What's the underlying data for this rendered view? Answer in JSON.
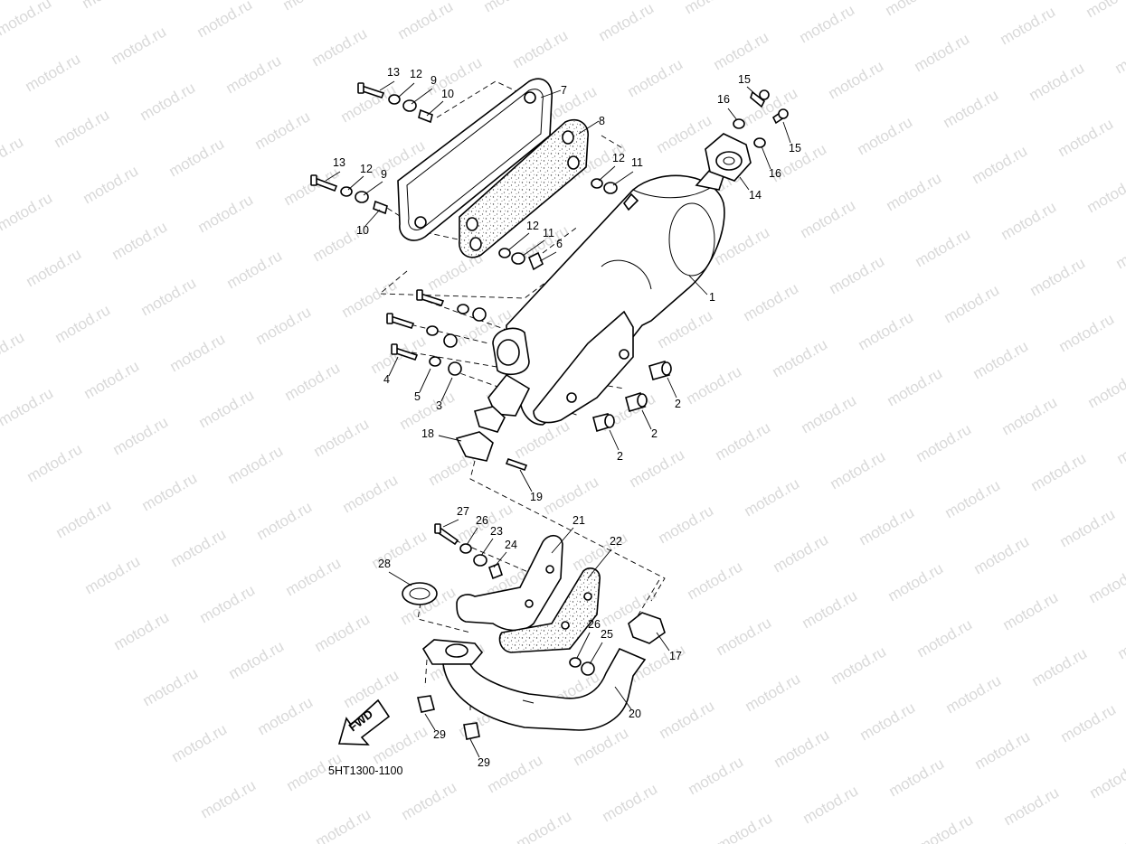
{
  "watermark": "motod.ru",
  "diagram_code": "5HT1300-1100",
  "fwd_label": "FWD",
  "callouts": [
    {
      "id": "c13a",
      "text": "13"
    },
    {
      "id": "c12a",
      "text": "12"
    },
    {
      "id": "c9a",
      "text": "9"
    },
    {
      "id": "c10a",
      "text": "10"
    },
    {
      "id": "c7",
      "text": "7"
    },
    {
      "id": "c8",
      "text": "8"
    },
    {
      "id": "c13b",
      "text": "13"
    },
    {
      "id": "c12b",
      "text": "12"
    },
    {
      "id": "c9b",
      "text": "9"
    },
    {
      "id": "c10b",
      "text": "10"
    },
    {
      "id": "c12c",
      "text": "12"
    },
    {
      "id": "c11a",
      "text": "11"
    },
    {
      "id": "c12d",
      "text": "12"
    },
    {
      "id": "c11b",
      "text": "11"
    },
    {
      "id": "c6",
      "text": "6"
    },
    {
      "id": "c15a",
      "text": "15"
    },
    {
      "id": "c16a",
      "text": "16"
    },
    {
      "id": "c15b",
      "text": "15"
    },
    {
      "id": "c16b",
      "text": "16"
    },
    {
      "id": "c14",
      "text": "14"
    },
    {
      "id": "c1",
      "text": "1"
    },
    {
      "id": "c4",
      "text": "4"
    },
    {
      "id": "c5",
      "text": "5"
    },
    {
      "id": "c3",
      "text": "3"
    },
    {
      "id": "c2a",
      "text": "2"
    },
    {
      "id": "c2b",
      "text": "2"
    },
    {
      "id": "c2c",
      "text": "2"
    },
    {
      "id": "c18",
      "text": "18"
    },
    {
      "id": "c19",
      "text": "19"
    },
    {
      "id": "c27",
      "text": "27"
    },
    {
      "id": "c26a",
      "text": "26"
    },
    {
      "id": "c23",
      "text": "23"
    },
    {
      "id": "c24",
      "text": "24"
    },
    {
      "id": "c21",
      "text": "21"
    },
    {
      "id": "c22",
      "text": "22"
    },
    {
      "id": "c28",
      "text": "28"
    },
    {
      "id": "c26b",
      "text": "26"
    },
    {
      "id": "c25",
      "text": "25"
    },
    {
      "id": "c17",
      "text": "17"
    },
    {
      "id": "c20",
      "text": "20"
    },
    {
      "id": "c29a",
      "text": "29"
    },
    {
      "id": "c29b",
      "text": "29"
    }
  ]
}
